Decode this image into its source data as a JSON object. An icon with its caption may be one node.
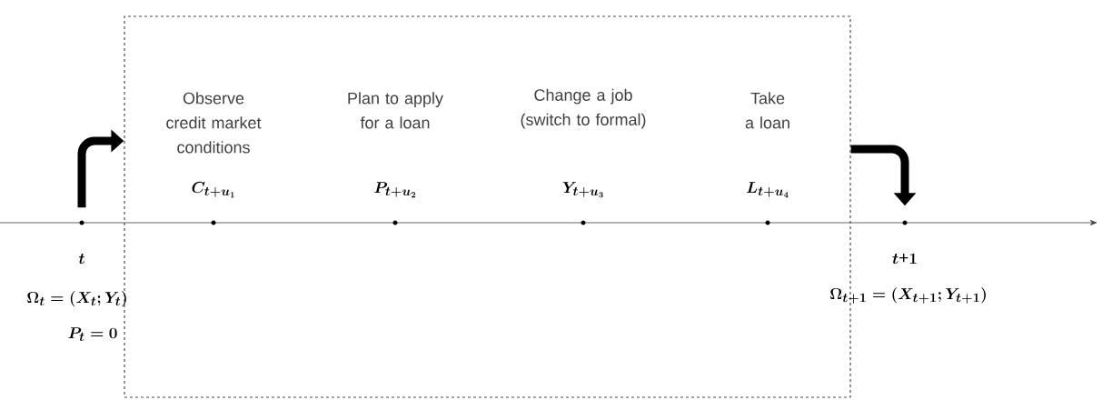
{
  "diagram": {
    "nodes": [
      {
        "text": [],
        "shape": "box"
      },
      {
        "text": [
          "t"
        ]
      },
      {
        "text": [
          "Observe credit market conditions",
          "C_{t+u_1}"
        ],
        "in": 0
      },
      {
        "text": [
          "Plan to apply for a loan",
          "P_{t+u_2}"
        ],
        "in": 0
      },
      {
        "text": [
          "Change a job (switch to formal)",
          "Y_{t+u_3}"
        ],
        "in": 0
      },
      {
        "text": [
          "Take a loan",
          "L_{t+u_4}"
        ],
        "in": 0
      },
      {
        "text": [
          "t\\text{+}1"
        ]
      }
    ],
    "edges": [
      {
        "from": 1,
        "to": 0,
        "arrow": "to"
      },
      {
        "from": 0,
        "to": 6,
        "arrow": "to"
      }
    ],
    "labels": [
      "\\Omega_t = (X_t; Y_t)",
      "P_t = 0",
      "\\Omega_{t+1} = (X_{t+1}; Y_{t+1})"
    ]
  }
}
